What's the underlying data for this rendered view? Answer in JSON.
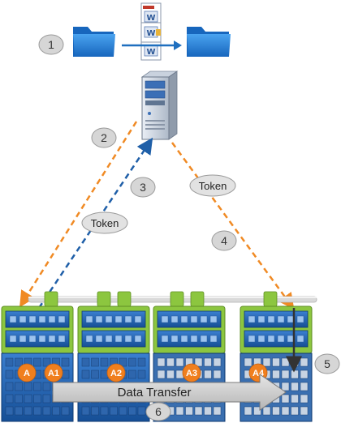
{
  "steps": {
    "s1": "1",
    "s2": "2",
    "s3": "3",
    "s4": "4",
    "s5": "5",
    "s6": "6"
  },
  "tokens": {
    "token_upper": "Token",
    "token_lower": "Token"
  },
  "badges": {
    "a": "A",
    "a1": "A1",
    "a2": "A2",
    "a3": "A3",
    "a4": "A4"
  },
  "transfer": {
    "label": "Data Transfer"
  },
  "colors": {
    "folder_blue": "#2a7fd4",
    "arrow_orange": "#f08a24",
    "arrow_blue": "#1f5fa8",
    "rack_blue": "#1f5fa8",
    "rack_green": "#8cc63f",
    "badge_orange": "#f07f1e",
    "step_gray": "#d6d6d6"
  },
  "icons": {
    "source_folder": "folder-icon",
    "destination_folder": "folder-icon",
    "files": "word-document-icon",
    "server": "server-icon",
    "storage": "storage-rack-icon"
  }
}
